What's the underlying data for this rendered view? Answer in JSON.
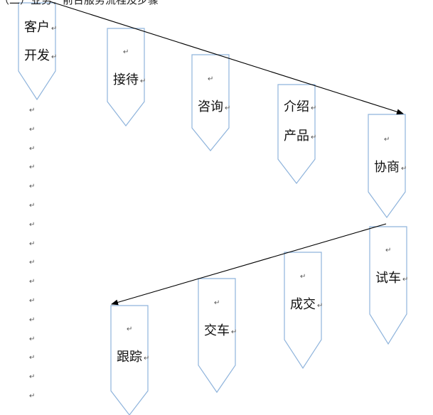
{
  "header": {
    "caption": "（二）业务：前台服务流程及步骤"
  },
  "paragraph_mark": "↵",
  "stages": [
    {
      "id": "customer-development",
      "lines": [
        "客户",
        "开发"
      ]
    },
    {
      "id": "reception",
      "lines": [
        "接待"
      ]
    },
    {
      "id": "consultation",
      "lines": [
        "咨询"
      ]
    },
    {
      "id": "product-introduction",
      "lines": [
        "介绍",
        "产品"
      ]
    },
    {
      "id": "negotiation",
      "lines": [
        "协商"
      ]
    },
    {
      "id": "test-drive",
      "lines": [
        "试车"
      ]
    },
    {
      "id": "deal",
      "lines": [
        "成交"
      ]
    },
    {
      "id": "delivery",
      "lines": [
        "交车"
      ]
    },
    {
      "id": "follow-up",
      "lines": [
        "跟踪"
      ]
    }
  ],
  "colors": {
    "shape_stroke": "#8fb4dc",
    "arrow": "#000000",
    "text": "#111111",
    "mark": "#555555"
  }
}
